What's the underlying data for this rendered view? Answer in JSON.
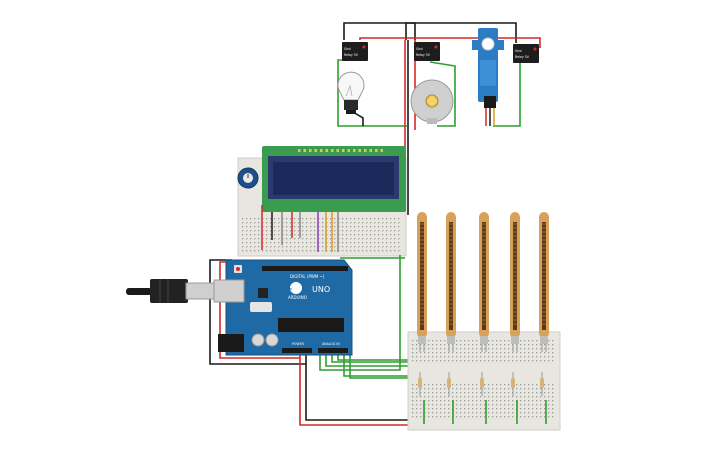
{
  "circuit": {
    "relays": [
      {
        "id": "relay-1",
        "brand": "Sirui",
        "model": "Relay 5V"
      },
      {
        "id": "relay-2",
        "brand": "Sirui",
        "model": "Relay 5V"
      },
      {
        "id": "relay-3",
        "brand": "Sirui",
        "model": "Relay 5V"
      }
    ],
    "arduino": {
      "brand": "ARDUINO",
      "model": "UNO",
      "digital_label": "DIGITAL (PWM ~)",
      "power_label": "POWER",
      "analog_label": "ANALOG IN"
    },
    "flex_sensor_count": 5,
    "lcd": {
      "columns": 16,
      "rows": 2
    },
    "colors": {
      "wire_red": "#d62828",
      "wire_black": "#1a1a1a",
      "wire_green": "#2e9e2e",
      "wire_orange": "#e09a1c",
      "wire_purple": "#8a3fb5",
      "wire_gray": "#888888",
      "board_blue": "#1f6aa5",
      "lcd_green": "#3a9c4f",
      "lcd_screen": "#1b2a5a",
      "sensor_tan": "#d9a25a",
      "breadboard": "#e8e6e1",
      "servo_blue": "#2c7cc4"
    }
  }
}
